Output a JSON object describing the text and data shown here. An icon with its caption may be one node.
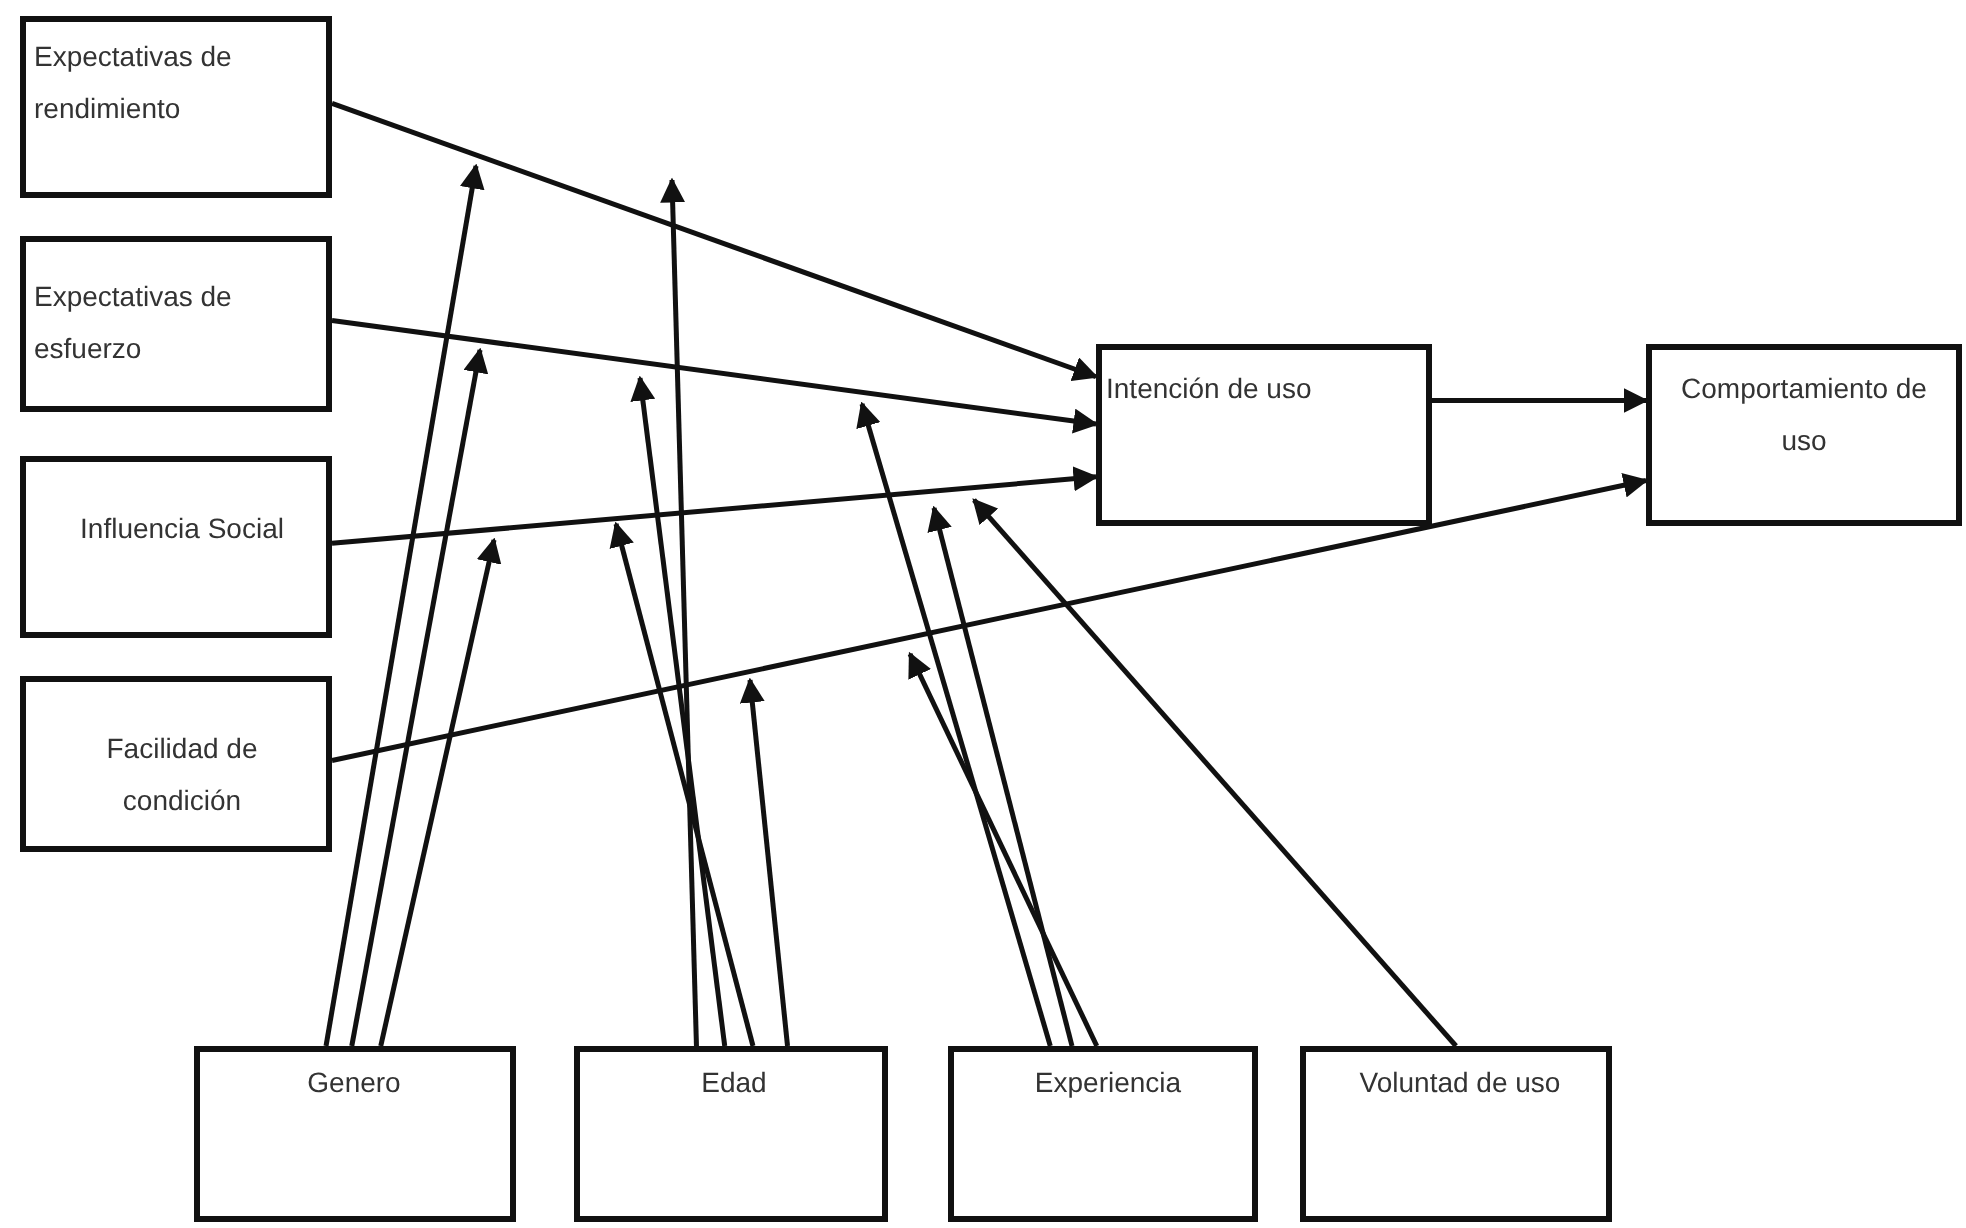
{
  "diagram": {
    "nodes": [
      {
        "text": [
          "Expectativas de rendimiento"
        ]
      },
      {
        "text": [
          "Expectativas de esfuerzo"
        ]
      },
      {
        "text": [
          "Influencia Social"
        ]
      },
      {
        "text": [
          "Facilidad de condición"
        ]
      },
      {
        "text": [
          "Intención de uso"
        ]
      },
      {
        "text": [
          "Comportamiento de uso"
        ]
      },
      {
        "text": [
          "Genero"
        ]
      },
      {
        "text": [
          "Edad"
        ]
      },
      {
        "text": [
          "Experiencia"
        ]
      },
      {
        "text": [
          "Voluntad de uso"
        ]
      }
    ],
    "edges": [
      {
        "from": 0,
        "to": 4,
        "arrow": "to"
      },
      {
        "from": 1,
        "to": 4,
        "arrow": "to"
      },
      {
        "from": 2,
        "to": 4,
        "arrow": "to"
      },
      {
        "from": 3,
        "to": 5,
        "arrow": "to"
      },
      {
        "from": 4,
        "to": 5,
        "arrow": "to"
      },
      {
        "from": 6,
        "to": null,
        "arrow": "to"
      },
      {
        "from": 6,
        "to": null,
        "arrow": "to"
      },
      {
        "from": 6,
        "to": null,
        "arrow": "to"
      },
      {
        "from": 7,
        "to": null,
        "arrow": "to"
      },
      {
        "from": 7,
        "to": null,
        "arrow": "to"
      },
      {
        "from": 7,
        "to": null,
        "arrow": "to"
      },
      {
        "from": 7,
        "to": null,
        "arrow": "to"
      },
      {
        "from": 8,
        "to": null,
        "arrow": "to"
      },
      {
        "from": 8,
        "to": null,
        "arrow": "to"
      },
      {
        "from": 8,
        "to": null,
        "arrow": "to"
      },
      {
        "from": 9,
        "to": null,
        "arrow": "to"
      }
    ]
  }
}
